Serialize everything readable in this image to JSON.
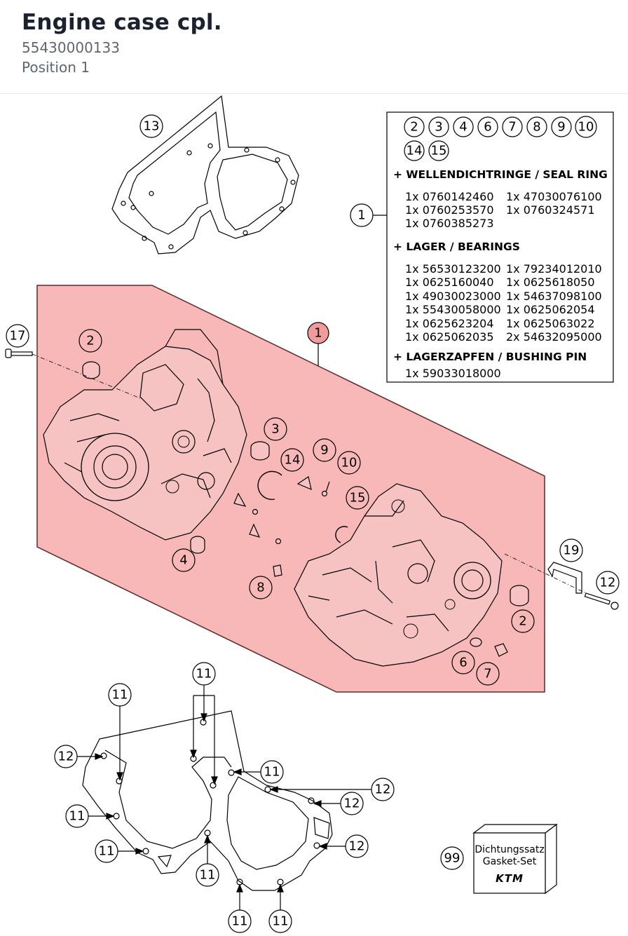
{
  "header": {
    "title": "Engine case cpl.",
    "part_number": "55430000133",
    "position": "Position 1"
  },
  "info_box": {
    "kit_items": [
      "2",
      "3",
      "4",
      "6",
      "7",
      "8",
      "9",
      "10",
      "14",
      "15"
    ],
    "sections": [
      {
        "heading": "+ WELLENDICHTRINGE / SEAL RING",
        "rows": [
          [
            "1x 0760142460",
            "1x 47030076100"
          ],
          [
            "1x 0760253570",
            "1x 0760324571"
          ],
          [
            "1x 0760385273",
            ""
          ]
        ]
      },
      {
        "heading": "+ LAGER / BEARINGS",
        "rows": [
          [
            "1x 56530123200",
            "1x 79234012010"
          ],
          [
            "1x 0625160040",
            "1x 0625618050"
          ],
          [
            "1x 49030023000",
            "1x 54637098100"
          ],
          [
            "1x 55430058000",
            "1x 0625062054"
          ],
          [
            "1x 0625623204",
            "1x 0625063022"
          ],
          [
            "1x 0625062035",
            "2x 54632095000"
          ]
        ]
      },
      {
        "heading": "+ LAGERZAPFEN / BUSHING PIN",
        "rows": [
          [
            "1x 59033018000",
            ""
          ]
        ]
      }
    ]
  },
  "gasket_set": {
    "line1": "Dichtungssatz",
    "line2": "Gasket-Set",
    "brand": "KTM"
  },
  "callouts": {
    "c1": "1",
    "c1b": "1",
    "c2a": "2",
    "c2b": "2",
    "c3": "3",
    "c4": "4",
    "c6": "6",
    "c7": "7",
    "c8": "8",
    "c9": "9",
    "c10": "10",
    "c11": "11",
    "c12": "12",
    "c13": "13",
    "c14": "14",
    "c15": "15",
    "c17": "17",
    "c19": "19",
    "c99": "99"
  },
  "colors": {
    "highlight_fill": "#f9b8b8",
    "highlight_stroke": "#5a2a2a",
    "line": "#000000"
  }
}
